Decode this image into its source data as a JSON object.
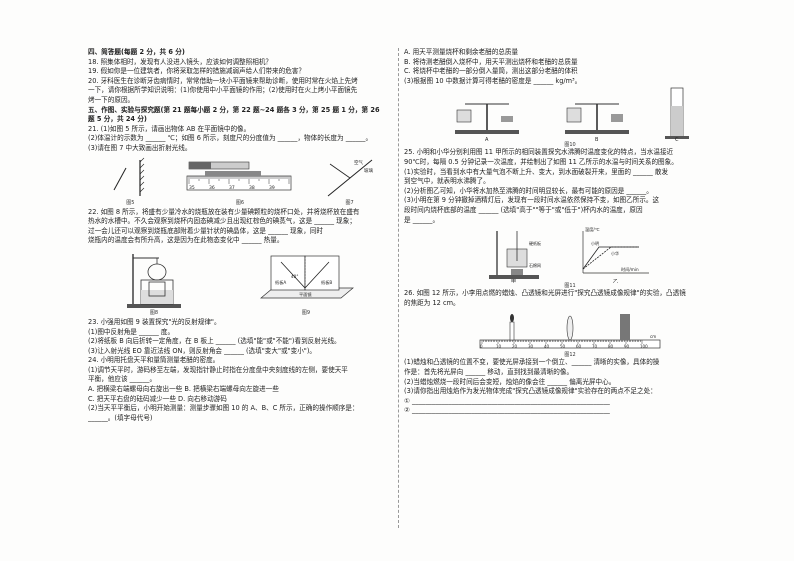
{
  "left": {
    "lines_top": [
      {
        "text": "四、简答题(每题 2 分，共 6 分)",
        "bold": true
      },
      {
        "text": "18. 照集体相时，发现有人没进入镜头，应该如何调整照相机？"
      },
      {
        "text": "19. 假如你是一位建筑者，你将采取怎样的措施减弱声给人们带来的危害？"
      },
      {
        "text": "20. 牙科医生在诊断牙齿病情时，常常借助一块小平面镜来帮助诊断，使用时常在火焰上先烤"
      },
      {
        "text": "    一下，请你根据所学知识说明：(1)你使用中小平面镜的作用；(2)使用时在火上烤小平面镜先"
      },
      {
        "text": "    烤一下的原因。"
      },
      {
        "text": "五、作图、实验与探究题(第 21 题每小题 2 分，第 22 题~24 题各 3 分，第 25 题 1 分，第 26",
        "bold": true
      },
      {
        "text": "    题 5 分，共 24 分)",
        "bold": true
      },
      {
        "text": "21. (1)如图 5 所示，请画出物体 AB 在平面镜中的像。"
      },
      {
        "text": "    (2)体温计的示数为 ______ ℃；如图 6 所示，刻度尺的分度值为 ______，物体的长度为 ______。"
      },
      {
        "text": "    (3)请在图 7 中大致画出折射光线。"
      }
    ],
    "fig5_caption": "图5",
    "fig6_caption": "图6",
    "fig7_caption": "图7",
    "ruler_ticks": [
      "35",
      "36",
      "37",
      "38",
      "39"
    ],
    "fig7_labels": [
      "空气",
      "玻璃"
    ],
    "lines_mid": [
      {
        "text": "22. 如图 8 所示，将盛有少量冷水的烧瓶放在装有少量碘颗粒的烧杯口处，并将烧杯放在盛有"
      },
      {
        "text": "    热水的水槽中。不久会观察到烧杯内固态碘减少且出现红棕色的碘蒸气，这是 ______ 现象；"
      },
      {
        "text": "    过一会儿还可以观察到烧瓶底部附着少量针状的碘晶体，这是 ______ 现象，同时"
      },
      {
        "text": "    烧瓶内的温度会有所升高，这是因为在此物态变化中 ______ 热量。"
      }
    ],
    "fig8_caption": "图8",
    "fig9_caption": "图9",
    "fig9_labels": [
      "纸板A",
      "纸板B",
      "平面镜",
      "40°"
    ],
    "lines_bottom": [
      {
        "text": "23. 小强用如图 9 装置探究\"光的反射规律\"。"
      },
      {
        "text": "    (1)图中反射角是 ______ 度。"
      },
      {
        "text": "    (2)将纸板 B 向后折转一定角度，在 B 板上 ______ (选填\"能\"或\"不能\")看到反射光线。"
      },
      {
        "text": "    (3)让入射光线 EO 靠近法线 ON，则反射角会 ______ (选填\"变大\"或\"变小\")。"
      },
      {
        "text": "24. 小明用托盘天平和量筒测量老醋的密度。"
      },
      {
        "text": "    (1)调节天平时，游码移至左端，发现指针静止时指在分度盘中央刻度线的左侧，要使天平"
      },
      {
        "text": "    平衡，他应该 ______。"
      },
      {
        "text": "      A. 把横梁右端螺母向右旋出一些        B. 把横梁右端螺母向左旋进一些"
      },
      {
        "text": "      C. 把天平右盘的砝码减少一些          D. 向右移动游码"
      },
      {
        "text": "    (2)当天平平衡后，小明开始测量：测量步骤如图 10 的 A、B、C 所示，正确的操作顺序是："
      },
      {
        "text": "    ______。(填字母代号)"
      }
    ]
  },
  "right": {
    "lines_top": [
      {
        "text": "    A. 用天平测量烧杯和剩余老醋的总质量"
      },
      {
        "text": "    B. 将待测老醋倒入烧杯中，用天平测出烧杯和老醋的总质量"
      },
      {
        "text": "    C. 将烧杯中老醋的一部分倒入量筒，测出这部分老醋的体积"
      },
      {
        "text": "    (3)根据图 10 中数据计算可得老醋的密度是 ______ kg/m³。"
      }
    ],
    "fig10_caption": "图10",
    "fig10_labels": [
      "A",
      "B",
      "C"
    ],
    "fig10_weights": [
      "20g",
      "10g",
      "5g",
      "50g",
      "20g",
      "10g"
    ],
    "lines_mid": [
      {
        "text": "25. 小明和小华分别利用图 11 甲所示的相同装置探究水沸腾时温度变化的特点，当水温接近"
      },
      {
        "text": "    90℃时，每隔 0.5 分钟记录一次温度，并绘制出了如图 11 乙所示的水温与时间关系的图象。"
      },
      {
        "text": "    (1)实验时，当看到水中有大量气泡不断上升、变大，到水面破裂开来，里面的 ______ 散发"
      },
      {
        "text": "    到空气中，就表明水沸腾了。"
      },
      {
        "text": "    (2)分析图乙可知，小华将水加热至沸腾的时间明显较长，最有可能的原因是 ______。"
      },
      {
        "text": "    (3)小明在第 9 分钟撤掉酒精灯后，发现有一段时间水温依然保持不变，如图乙所示。这"
      },
      {
        "text": "    段时间内烧杯底部的温度 ______ (选填\"高于\"\"等于\"或\"低于\")杯内水的温度，原因"
      },
      {
        "text": "    是 ______。"
      }
    ],
    "fig11_caption": "图11",
    "fig11_labels": [
      "甲",
      "乙",
      "温度/℃",
      "时间/min",
      "小明",
      "小华",
      "石棉网",
      "硬纸板"
    ],
    "lines_q26": [
      {
        "text": "26. 如图 12 所示，小李用点燃的蜡烛、凸透镜和光屏进行\"探究凸透镜成像规律\"的实验，凸透镜"
      },
      {
        "text": "    的焦距为 12 cm。"
      }
    ],
    "fig12_caption": "图12",
    "fig12_ticks": [
      "0",
      "10",
      "20",
      "30",
      "40",
      "50",
      "60",
      "70",
      "80",
      "90",
      "100"
    ],
    "fig12_unit": "cm",
    "lines_bottom": [
      {
        "text": "    (1)蜡烛和凸透镜的位置不变，要使光屏承接到一个倒立、______ 清晰的实像，具体的操"
      },
      {
        "text": "    作是：首先将光屏向 ______ 移动，直到找到最清晰的像。"
      },
      {
        "text": "    (2)当蜡烛燃烧一段时间后会变短，烛焰的像会往 ______ 偏离光屏中心。"
      },
      {
        "text": "    (3)请你指出用烛焰作为发光物体完成\"探究凸透镜成像规律\"实验存在的两点不足之处："
      },
      {
        "text": "    ① ____________________________________________________________"
      },
      {
        "text": "    ② ____________________________________________________________"
      }
    ]
  }
}
